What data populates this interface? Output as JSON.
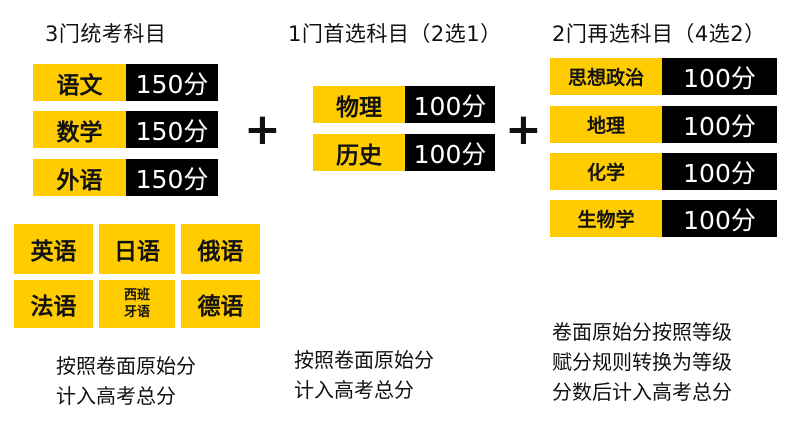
{
  "groups": {
    "required": {
      "heading": "3门统考科目",
      "subjects": [
        {
          "name": "语文",
          "score": "150分"
        },
        {
          "name": "数学",
          "score": "150分"
        },
        {
          "name": "外语",
          "score": "150分"
        }
      ],
      "languages": [
        "英语",
        "日语",
        "俄语",
        "法语",
        "西班\n牙语",
        "德语"
      ],
      "note": [
        "按照卷面原始分",
        "计入高考总分"
      ]
    },
    "first_choice": {
      "heading": "1门首选科目（2选1）",
      "subjects": [
        {
          "name": "物理",
          "score": "100分"
        },
        {
          "name": "历史",
          "score": "100分"
        }
      ],
      "note": [
        "按照卷面原始分",
        "计入高考总分"
      ]
    },
    "second_choice": {
      "heading": "2门再选科目（4选2）",
      "subjects": [
        {
          "name": "思想政治",
          "score": "100分"
        },
        {
          "name": "地理",
          "score": "100分"
        },
        {
          "name": "化学",
          "score": "100分"
        },
        {
          "name": "生物学",
          "score": "100分"
        }
      ],
      "note": [
        "卷面原始分按照等级",
        "赋分规则转换为等级",
        "分数后计入高考总分"
      ]
    }
  },
  "operators": {
    "plus": "+"
  },
  "colors": {
    "accent": "#ffcc00",
    "dark": "#000000",
    "text": "#111111",
    "background": "#ffffff"
  }
}
